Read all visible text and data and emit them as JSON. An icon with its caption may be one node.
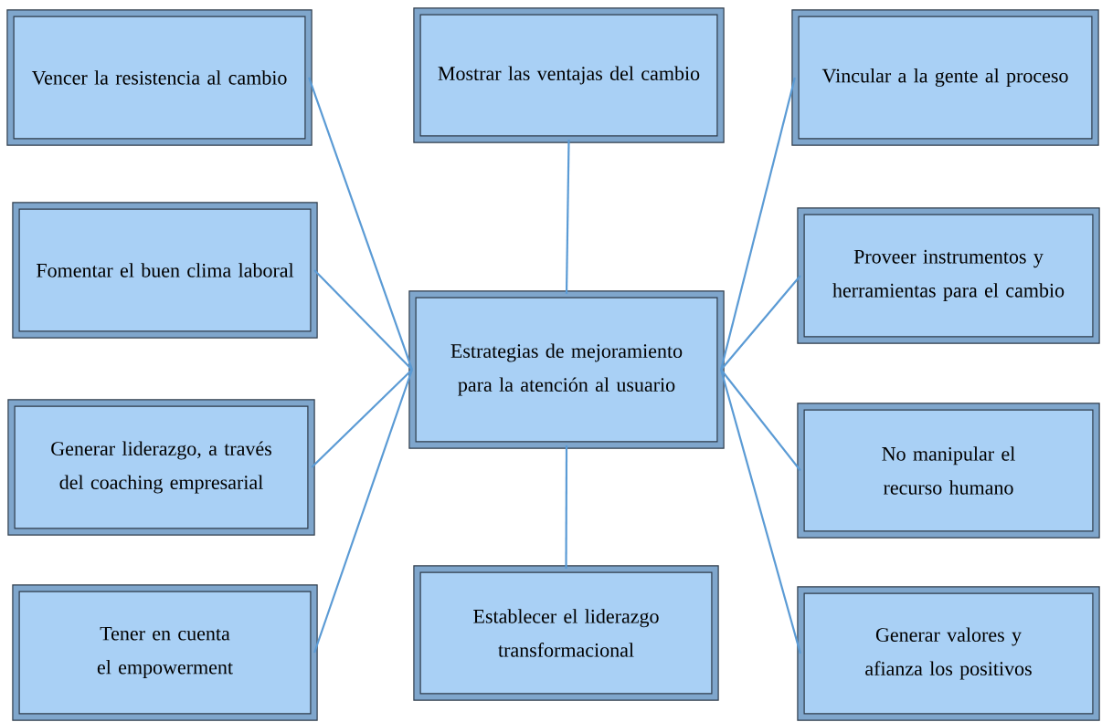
{
  "diagram": {
    "nodes": [
      {
        "text": [
          "Vencer la resistencia al cambio"
        ]
      },
      {
        "text": [
          "Mostrar las ventajas del cambio"
        ]
      },
      {
        "text": [
          "Vincular a la gente al proceso"
        ]
      },
      {
        "text": [
          "Fomentar el buen clima laboral"
        ]
      },
      {
        "text": [
          "Estrategias de mejoramiento para la atención al usuario"
        ]
      },
      {
        "text": [
          "Proveer instrumentos y herramientas para el cambio"
        ]
      },
      {
        "text": [
          "Generar liderazgo, a través del coaching empresarial"
        ]
      },
      {
        "text": [
          "No manipular el recurso humano"
        ]
      },
      {
        "text": [
          "Tener en cuenta el empowerment"
        ]
      },
      {
        "text": [
          "Establecer el liderazgo transformacional"
        ]
      },
      {
        "text": [
          "Generar valores y afianza los positivos"
        ]
      }
    ],
    "edges": [
      {
        "from": 4,
        "to": 0,
        "arrow": "none"
      },
      {
        "from": 4,
        "to": 1,
        "arrow": "none"
      },
      {
        "from": 4,
        "to": 2,
        "arrow": "none"
      },
      {
        "from": 4,
        "to": 3,
        "arrow": "none"
      },
      {
        "from": 4,
        "to": 5,
        "arrow": "none"
      },
      {
        "from": 4,
        "to": 6,
        "arrow": "none"
      },
      {
        "from": 4,
        "to": 7,
        "arrow": "none"
      },
      {
        "from": 4,
        "to": 8,
        "arrow": "none"
      },
      {
        "from": 4,
        "to": 9,
        "arrow": "none"
      },
      {
        "from": 4,
        "to": 10,
        "arrow": "none"
      }
    ]
  }
}
